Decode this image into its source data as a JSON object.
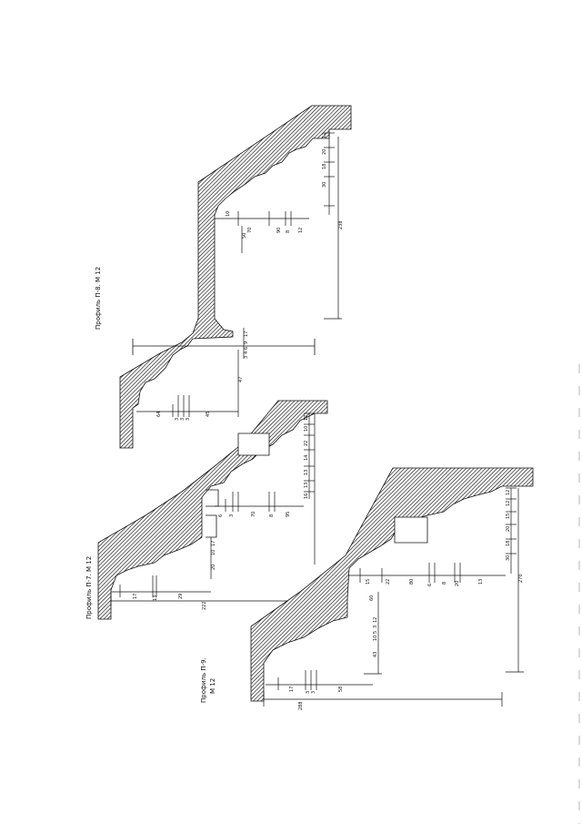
{
  "drawing": {
    "profiles": [
      {
        "label": "Профиль П-8. М 12",
        "dims_right": [
          "12",
          "20",
          "18",
          "30"
        ],
        "dims_mid": [
          "10",
          "70",
          "90",
          "8",
          "12"
        ],
        "dims_stack": [
          "17",
          "9",
          "6",
          "4",
          "3"
        ],
        "dims_left": [
          "47",
          "64",
          "3",
          "3",
          "3",
          "45"
        ],
        "dim_small": "50",
        "dim_total": "238"
      },
      {
        "label": "Профиль П-7. М 12",
        "dims_right": [
          "12",
          "10",
          "22",
          "14",
          "13",
          "13",
          "16"
        ],
        "dims_mid": [
          "6",
          "3",
          "70",
          "8",
          "95"
        ],
        "dims_left": [
          "17",
          "10",
          "20"
        ],
        "dims_bottom": [
          "17",
          "13",
          "29"
        ],
        "dim_total": "222"
      },
      {
        "label_line1": "Профиль П-9.",
        "label_line2": "М 12",
        "dims_right": [
          "12",
          "12",
          "15",
          "20",
          "18",
          "30"
        ],
        "dims_mid": [
          "15",
          "22",
          "6",
          "8",
          "80",
          "20",
          "13"
        ],
        "dims_left": [
          "43",
          "12",
          "3",
          "5",
          "10"
        ],
        "dims_bottom": [
          "17",
          "3",
          "3",
          "58"
        ],
        "dim_total_right": "270",
        "dim_total": "288"
      }
    ]
  }
}
